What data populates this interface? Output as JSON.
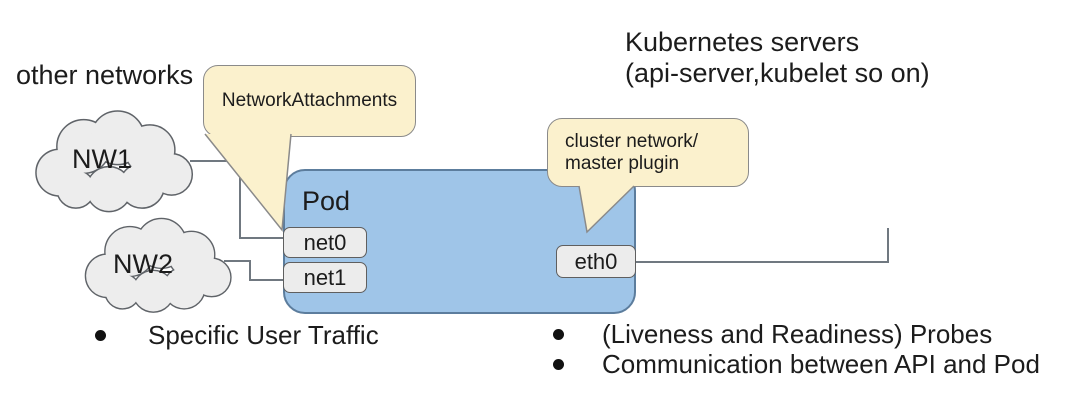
{
  "titles": {
    "other_networks": "other networks",
    "kubernetes_servers": [
      "Kubernetes servers",
      "(api-server,kubelet so on)"
    ]
  },
  "clouds": [
    {
      "label": "NW1"
    },
    {
      "label": "NW2"
    }
  ],
  "pod": {
    "label": "Pod",
    "interfaces": [
      {
        "label": "net0"
      },
      {
        "label": "net1"
      },
      {
        "label": "eth0"
      }
    ]
  },
  "callouts": [
    {
      "text": "NetworkAttachments"
    },
    {
      "lines": [
        "cluster network/",
        "master plugin"
      ]
    }
  ],
  "bullets": {
    "left": [
      {
        "text": "Specific User Traffic"
      }
    ],
    "right": [
      {
        "text": "(Liveness and Readiness) Probes"
      },
      {
        "text": "Communication between API and Pod"
      }
    ]
  },
  "colors": {
    "pod_fill": "#9fc5e8",
    "pod_border": "#5c7d9d",
    "callout_fill": "#fbf1cd",
    "callout_border": "#8a8a8a",
    "interface_fill": "#ececec",
    "interface_border": "#5f5f5f",
    "cloud_fill": "#ededed",
    "cloud_border": "#5f6368",
    "connector": "#707880",
    "text": "#1c1c1c"
  }
}
